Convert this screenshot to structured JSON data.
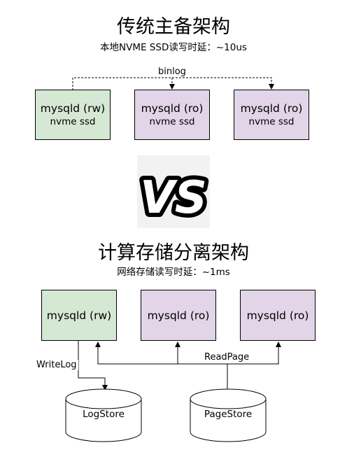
{
  "top": {
    "title": "传统主备架构",
    "subtitle": "本地NVME SSD读写时延：~10us",
    "link_label": "binlog",
    "boxes": [
      {
        "name": "mysqld (rw)",
        "sub": "nvme ssd"
      },
      {
        "name": "mysqld (ro)",
        "sub": "nvme ssd"
      },
      {
        "name": "mysqld (ro)",
        "sub": "nvme ssd"
      }
    ]
  },
  "vs_label": "VS",
  "bottom": {
    "title": "计算存储分离架构",
    "subtitle": "网络存储读写时延：~1ms",
    "boxes": [
      {
        "name": "mysqld (rw)"
      },
      {
        "name": "mysqld (ro)"
      },
      {
        "name": "mysqld (ro)"
      }
    ],
    "writelog_label": "WriteLog",
    "readpage_label": "ReadPage",
    "stores": [
      "LogStore",
      "PageStore"
    ]
  },
  "colors": {
    "primary_fill": "#d5e8d4",
    "replica_fill": "#e1d5e7",
    "vs_fill": "#f2f2f2"
  }
}
